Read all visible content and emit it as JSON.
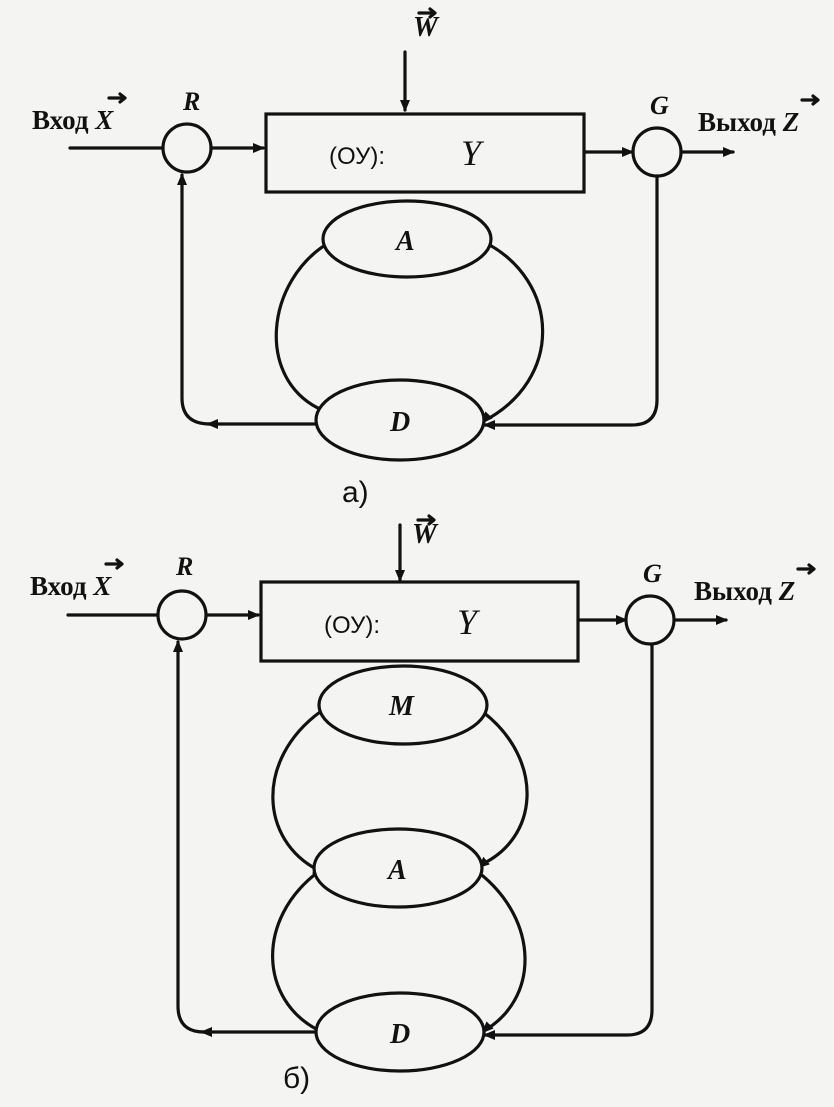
{
  "diagrams": [
    {
      "id": "a",
      "input_label": "Вход",
      "input_var": "X",
      "output_label": "Выход",
      "output_var": "Z",
      "disturbance_var": "W",
      "node_r": "R",
      "node_g": "G",
      "block_prefix": "(ОУ):",
      "block_var": "Y",
      "upper_ellipse": "A",
      "lower_ellipse": "D",
      "caption": "а)"
    },
    {
      "id": "b",
      "input_label": "Вход",
      "input_var": "X",
      "output_label": "Выход",
      "output_var": "Z",
      "disturbance_var": "W",
      "node_r": "R",
      "node_g": "G",
      "block_prefix": "(ОУ):",
      "block_var": "Y",
      "top_ellipse": "M",
      "middle_ellipse": "A",
      "lower_ellipse": "D",
      "caption": "б)"
    }
  ]
}
